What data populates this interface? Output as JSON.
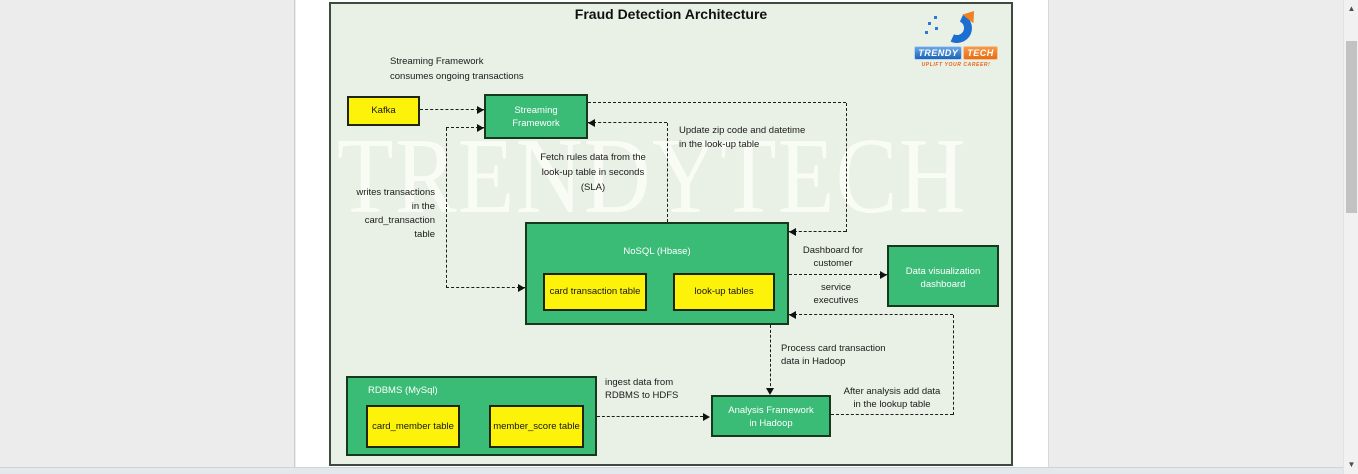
{
  "diagram": {
    "title": "Fraud Detection Architecture",
    "watermark": "TRENDYTECH",
    "logo": {
      "brand_left": "TRENDY",
      "brand_right": "TECH",
      "tagline": "UPLIFT YOUR CAREER!"
    },
    "colors": {
      "node_green": "#3abb76",
      "node_yellow": "#fdf30a",
      "canvas_background": "#e9f1e6",
      "connector": "#1c1c1c",
      "logo_blue": "#1c64b8",
      "logo_orange": "#e86d10"
    },
    "nodes": {
      "kafka": "Kafka",
      "streaming": "Streaming\nFramework",
      "nosql": "NoSQL (Hbase)",
      "card_transaction": "card transaction table",
      "lookup": "look-up tables",
      "dataviz": "Data visualization\ndashboard",
      "rdbms": "RDBMS (MySql)",
      "card_member": "card_member table",
      "member_score": "member_score table",
      "analysis": "Analysis Framework\nin Hadoop"
    },
    "annotations": {
      "streaming_note": "Streaming Framework\nconsumes ongoing transactions",
      "update_zip": "Update zip code and datetime\nin the look-up table",
      "fetch_rules": "Fetch rules data from the\nlook-up table in seconds\n(SLA)",
      "writes_txn": "writes transactions\nin the\ncard_transaction\ntable",
      "dashboard_for": "Dashboard for\ncustomer",
      "service_exec": "service\nexecutives",
      "process_card": "Process card transaction\ndata in Hadoop",
      "after_analysis": "After analysis add data\nin the lookup table",
      "ingest": "ingest data from\nRDBMS to HDFS"
    }
  }
}
